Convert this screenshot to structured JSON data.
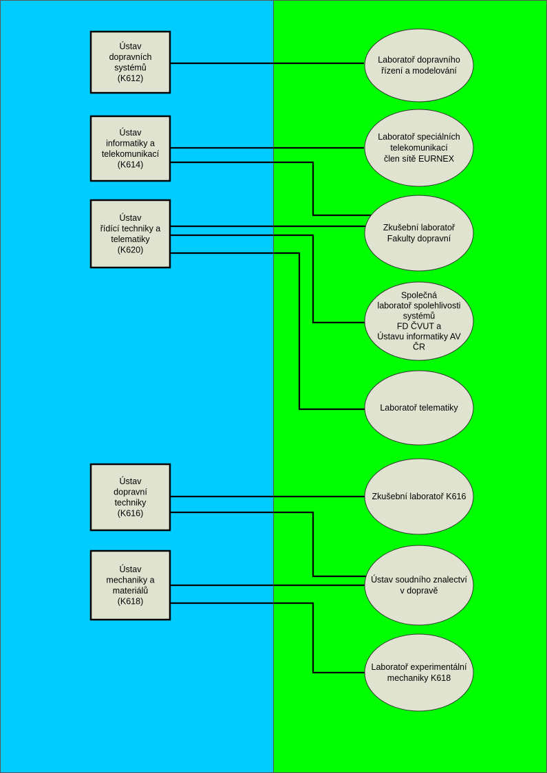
{
  "colors": {
    "left_panel": "#00ccff",
    "right_panel": "#00ff00",
    "node_fill": "#dfe3d0",
    "stroke": "#000000"
  },
  "institutes": [
    {
      "id": "k612",
      "lines": [
        "Ústav",
        "dopravních",
        "systémů",
        "(K612)"
      ]
    },
    {
      "id": "k614",
      "lines": [
        "Ústav",
        "informatiky a",
        "telekomunikací",
        "(K614)"
      ]
    },
    {
      "id": "k620",
      "lines": [
        "Ústav",
        "řídící techniky a",
        "telematiky",
        "(K620)"
      ]
    },
    {
      "id": "k616",
      "lines": [
        "Ústav",
        "dopravní",
        "techniky",
        "(K616)"
      ]
    },
    {
      "id": "k618",
      "lines": [
        "Ústav",
        "mechaniky a",
        "materiálů",
        "(K618)"
      ]
    }
  ],
  "laboratories": [
    {
      "id": "lab-dopravniho-rizeni",
      "lines": [
        "Laboratoř dopravního",
        "řízení a modelování"
      ]
    },
    {
      "id": "lab-specialnich-telekomunikaci",
      "lines": [
        "Laboratoř speciálních",
        "telekomunikací",
        "člen sítě EURNEX"
      ]
    },
    {
      "id": "zkusebni-lab-fd",
      "lines": [
        "Zkušební laboratoř",
        "Fakulty dopravní"
      ]
    },
    {
      "id": "spolecna-lab-spolehlivosti",
      "lines": [
        "Společná",
        "laboratoř spolehlivosti",
        "systémů",
        "FD ČVUT a",
        "Ústavu informatiky AV",
        "ČR"
      ]
    },
    {
      "id": "lab-telematiky",
      "lines": [
        "Laboratoř telematiky"
      ]
    },
    {
      "id": "zkusebni-lab-k616",
      "lines": [
        "Zkušební laboratoř K616"
      ]
    },
    {
      "id": "ustav-soudniho-znalectvi",
      "lines": [
        "Ústav soudního znalectví",
        "v dopravě"
      ]
    },
    {
      "id": "lab-experimentalni-mechaniky",
      "lines": [
        "Laboratoř experimentální",
        "mechaniky K618"
      ]
    }
  ],
  "connections": [
    {
      "from": "k612",
      "to": "lab-dopravniho-rizeni"
    },
    {
      "from": "k614",
      "to": "lab-specialnich-telekomunikaci"
    },
    {
      "from": "k614",
      "to": "zkusebni-lab-fd"
    },
    {
      "from": "k620",
      "to": "zkusebni-lab-fd"
    },
    {
      "from": "k620",
      "to": "spolecna-lab-spolehlivosti"
    },
    {
      "from": "k620",
      "to": "lab-telematiky"
    },
    {
      "from": "k616",
      "to": "zkusebni-lab-k616"
    },
    {
      "from": "k616",
      "to": "ustav-soudniho-znalectvi"
    },
    {
      "from": "k618",
      "to": "ustav-soudniho-znalectvi"
    },
    {
      "from": "k618",
      "to": "lab-experimentalni-mechaniky"
    }
  ]
}
